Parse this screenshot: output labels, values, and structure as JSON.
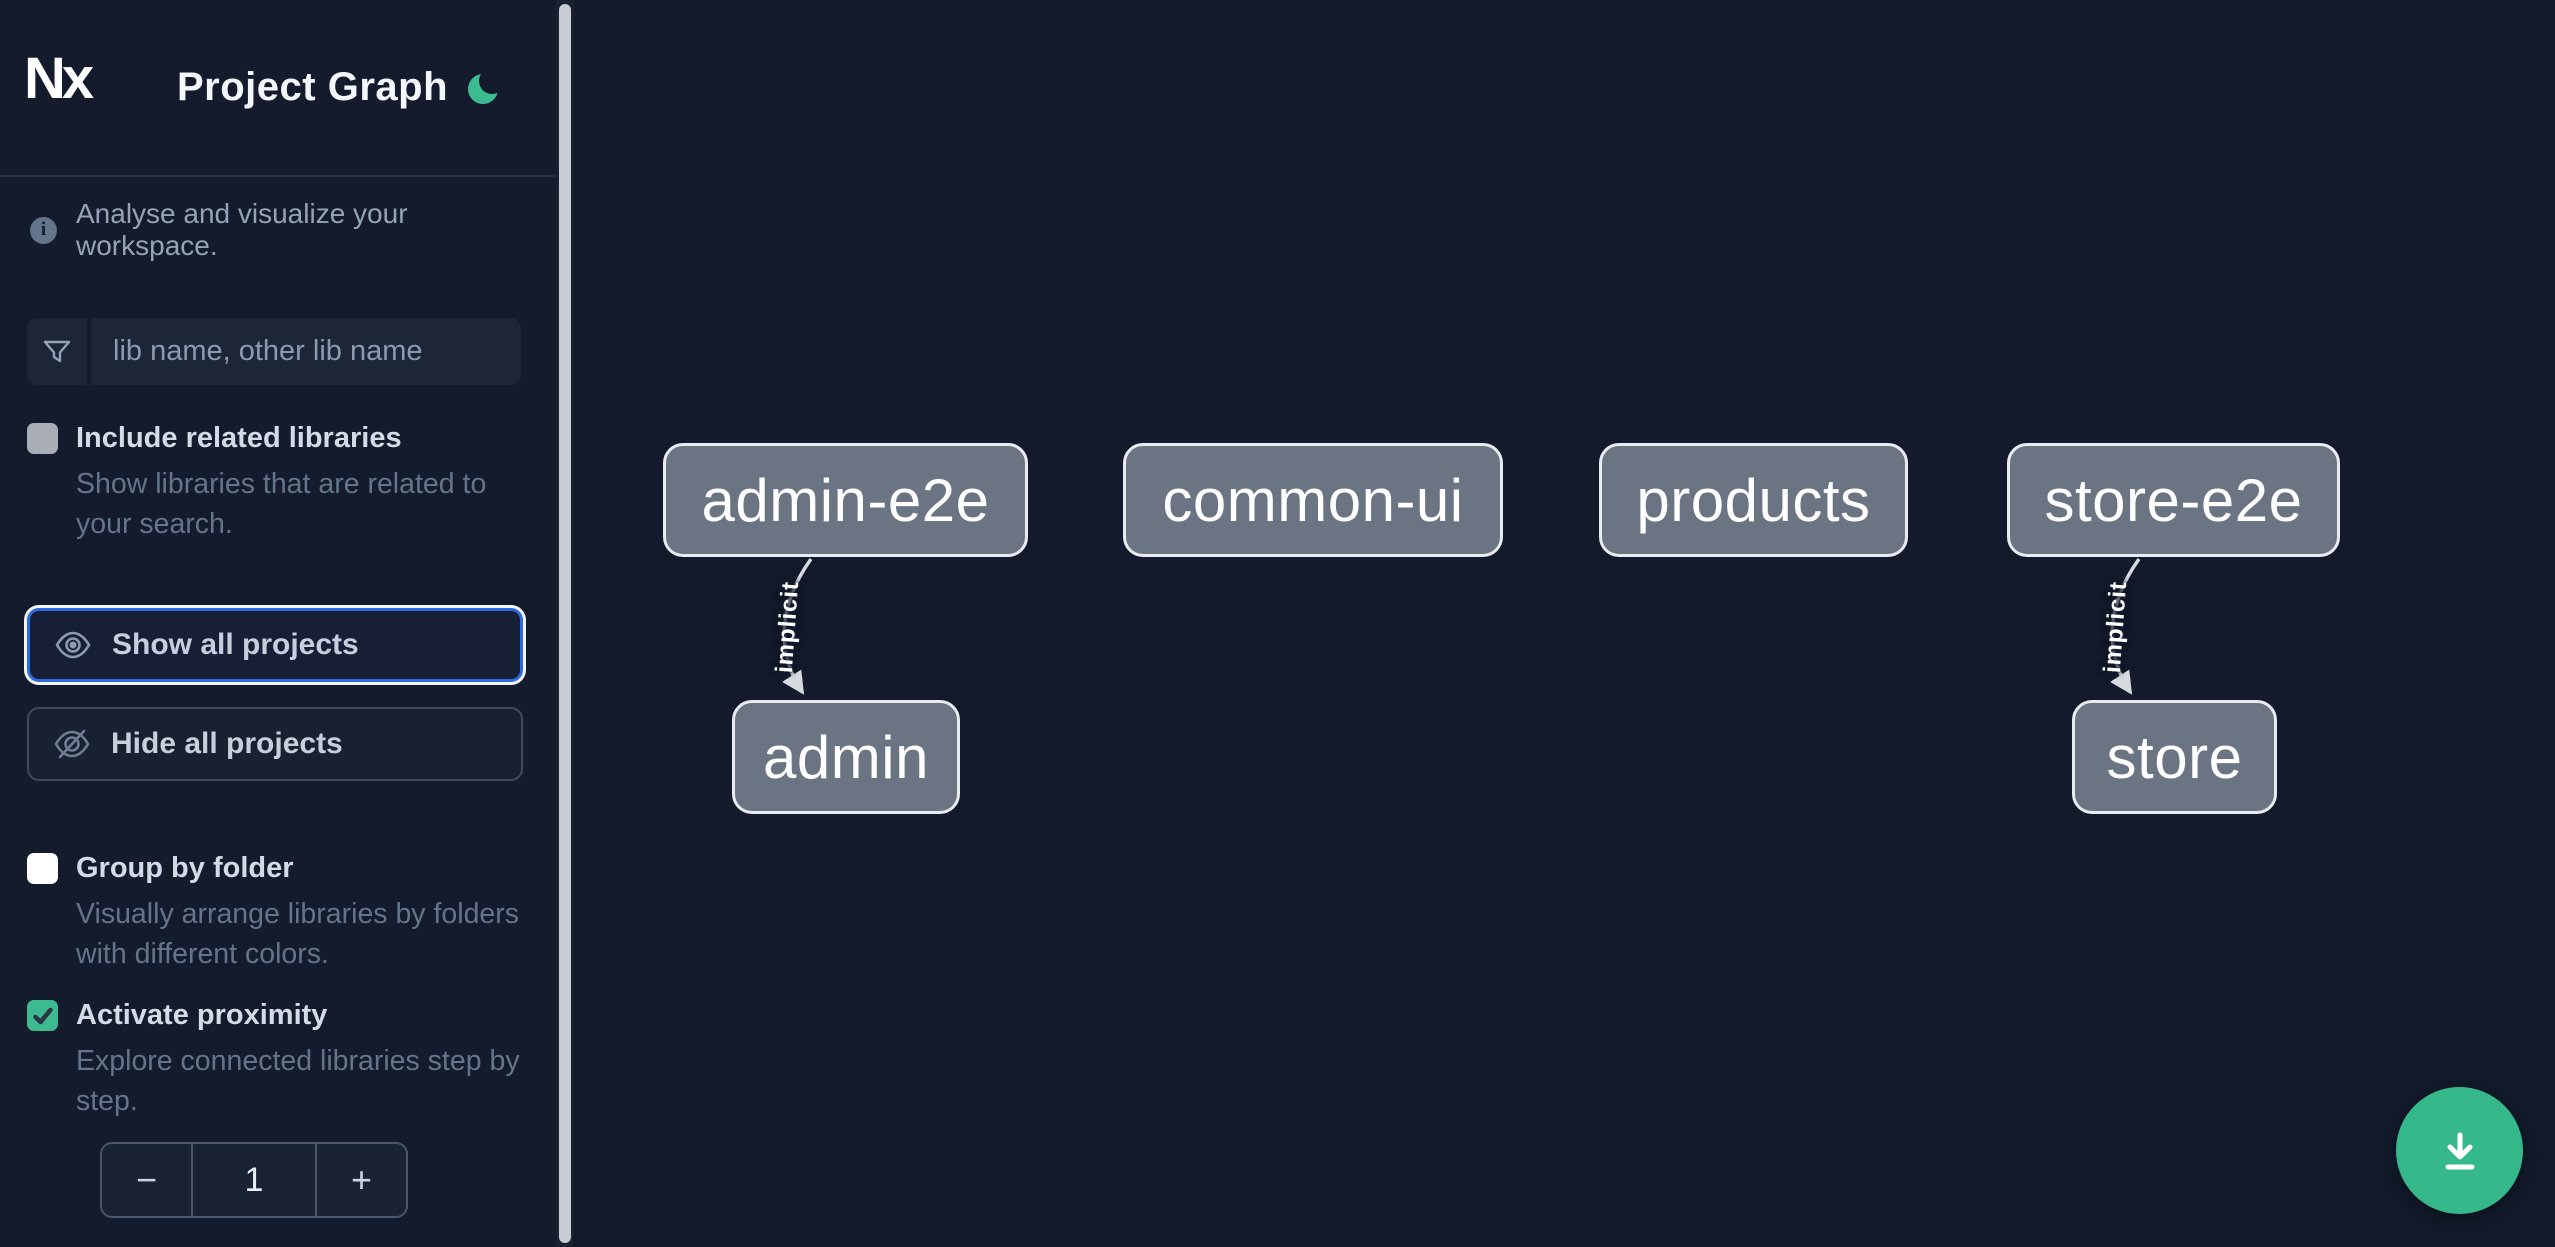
{
  "app": {
    "logo_text": "Nx",
    "title": "Project Graph",
    "theme_toggle": "dark-mode-moon"
  },
  "intro": {
    "text": "Analyse and visualize your workspace."
  },
  "search": {
    "placeholder": "lib name, other lib name",
    "value": ""
  },
  "toggles": {
    "include_related": {
      "label": "Include related libraries",
      "description": "Show libraries that are related to your search.",
      "checked": false
    },
    "group_by_folder": {
      "label": "Group by folder",
      "description": "Visually arrange libraries by folders with different colors.",
      "checked": false
    },
    "activate_proximity": {
      "label": "Activate proximity",
      "description": "Explore connected libraries step by step.",
      "checked": true
    }
  },
  "actions": {
    "show_all": {
      "label": "Show all projects",
      "focused": true
    },
    "hide_all": {
      "label": "Hide all projects"
    }
  },
  "stepper": {
    "decrease": "−",
    "value": "1",
    "increase": "+"
  },
  "graph": {
    "nodes": [
      {
        "label": "admin-e2e"
      },
      {
        "label": "common-ui"
      },
      {
        "label": "products"
      },
      {
        "label": "store-e2e"
      },
      {
        "label": "admin"
      },
      {
        "label": "store"
      }
    ],
    "edges": [
      {
        "from": "admin-e2e",
        "to": "admin",
        "label": "implicit"
      },
      {
        "from": "store-e2e",
        "to": "store",
        "label": "implicit"
      }
    ]
  },
  "fab": {
    "action": "download-graph-image"
  },
  "colors": {
    "background": "#121a2b",
    "node_fill": "#6b7482",
    "node_border": "#e9ebef",
    "accent_green": "#3dbb90",
    "focus_blue": "#2e6ade",
    "muted_text": "#64748b",
    "light_text": "#d3dbe6"
  }
}
